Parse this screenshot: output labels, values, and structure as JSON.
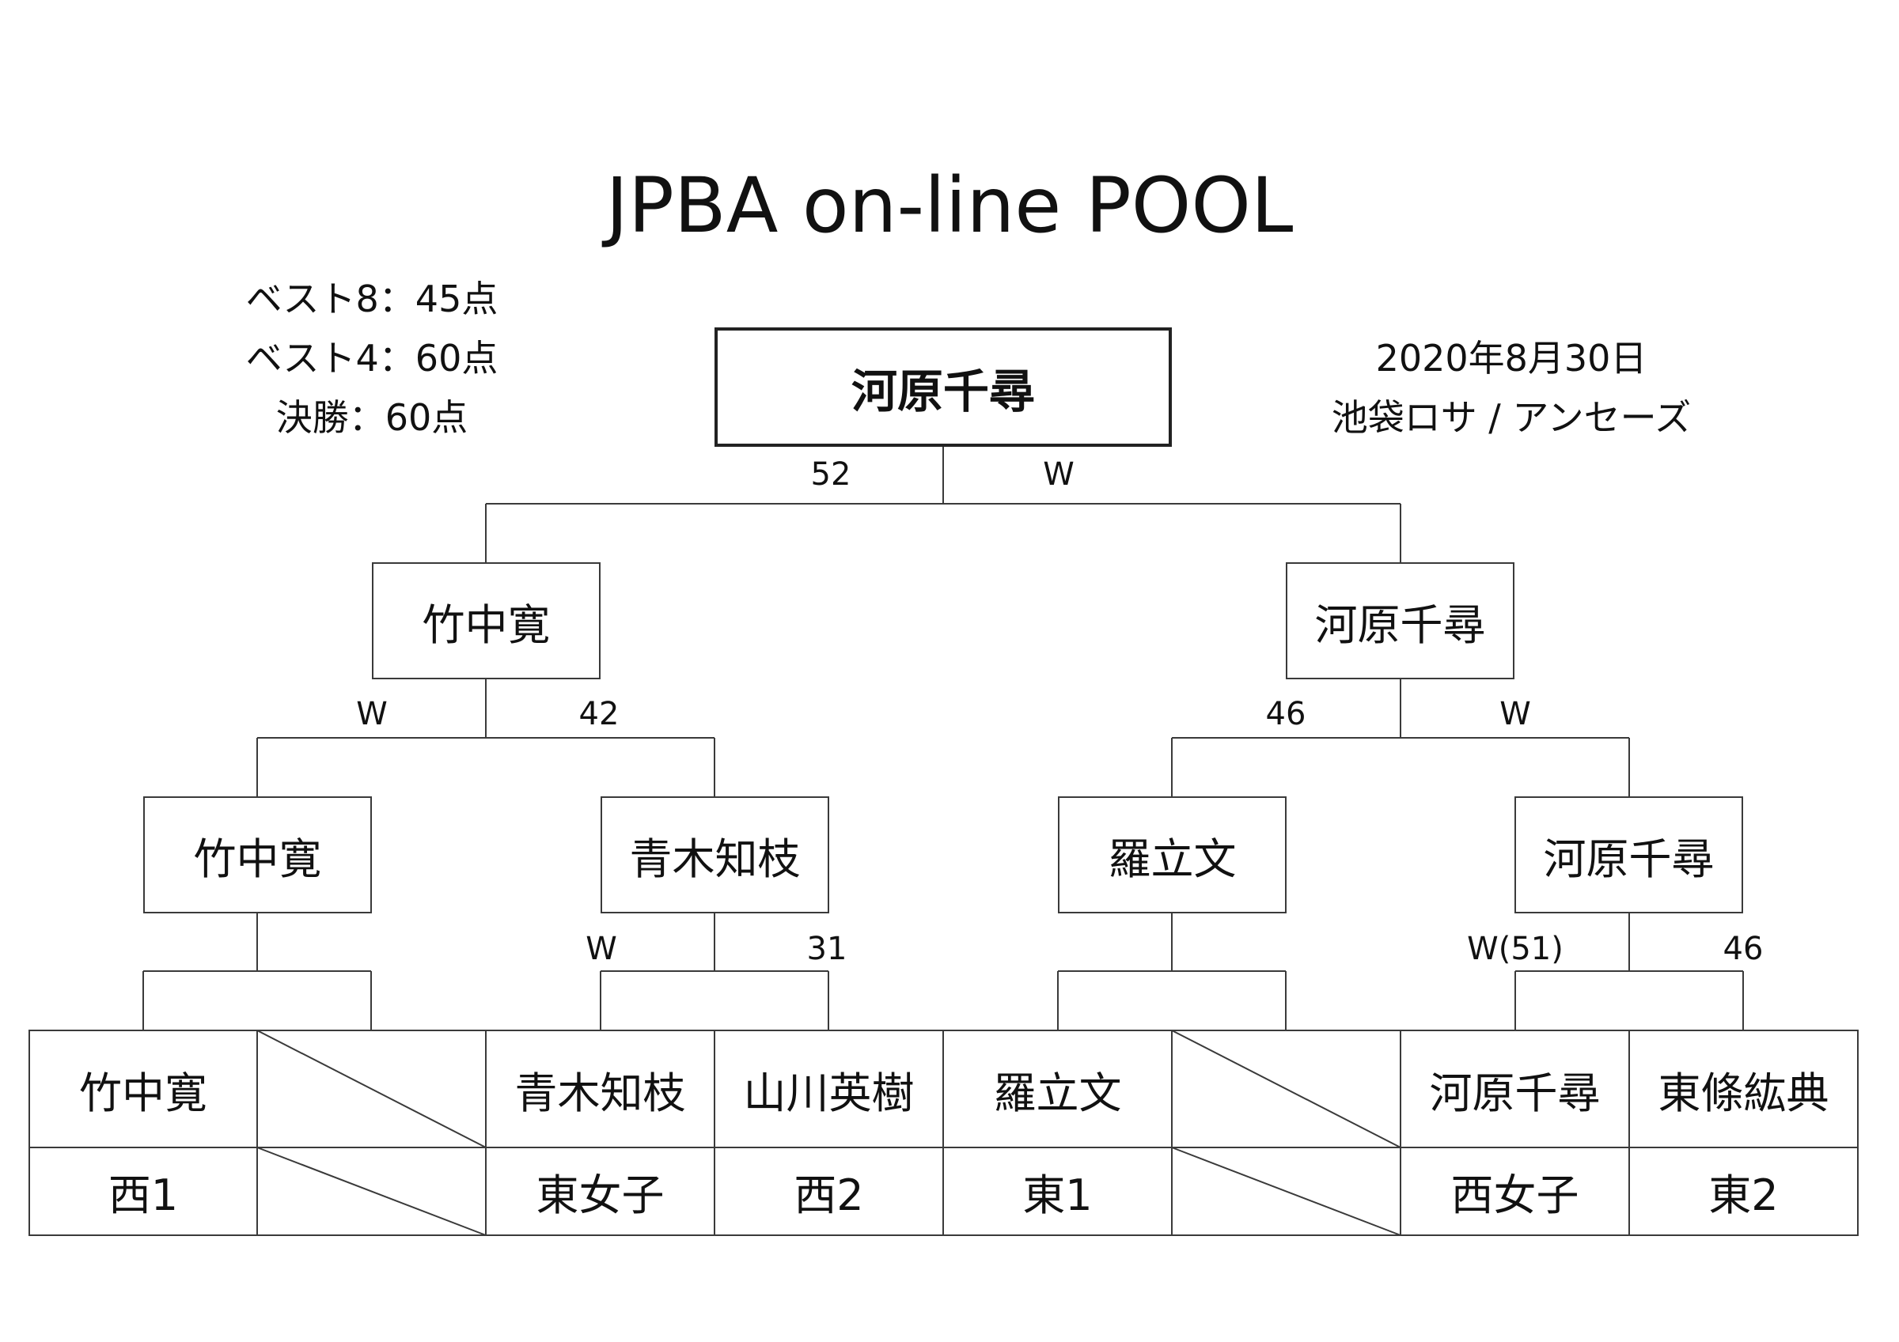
{
  "title": "JPBA on-line POOL",
  "points": {
    "best8": "ベスト8：45点",
    "best4": "ベスト4：60点",
    "final": "決勝：60点"
  },
  "event": {
    "date": "2020年8月30日",
    "venue": "池袋ロサ / アンセーズ"
  },
  "final": {
    "champion": "河原千尋",
    "left_score": "52",
    "right_score": "W"
  },
  "semifinals": {
    "left": {
      "winner": "竹中寛",
      "left_score": "W",
      "right_score": "42"
    },
    "right": {
      "winner": "河原千尋",
      "left_score": "46",
      "right_score": "W"
    }
  },
  "quarterfinals": [
    {
      "winner": "竹中寛",
      "left_score": "",
      "right_score": ""
    },
    {
      "winner": "青木知枝",
      "left_score": "W",
      "right_score": "31"
    },
    {
      "winner": "羅立文",
      "left_score": "",
      "right_score": ""
    },
    {
      "winner": "河原千尋",
      "left_score": "W(51)",
      "right_score": "46"
    }
  ],
  "entrants": [
    {
      "name": "竹中寛",
      "seed": "西1"
    },
    {
      "name": "",
      "seed": "",
      "bye": true
    },
    {
      "name": "青木知枝",
      "seed": "東女子"
    },
    {
      "name": "山川英樹",
      "seed": "西2"
    },
    {
      "name": "羅立文",
      "seed": "東1"
    },
    {
      "name": "",
      "seed": "",
      "bye": true
    },
    {
      "name": "河原千尋",
      "seed": "西女子"
    },
    {
      "name": "東條紘典",
      "seed": "東2"
    }
  ]
}
